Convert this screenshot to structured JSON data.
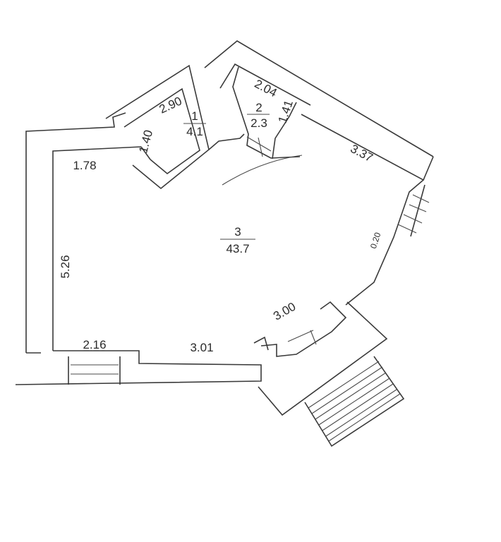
{
  "rooms": [
    {
      "number": "1",
      "area": "4.1"
    },
    {
      "number": "2",
      "area": "2.3"
    },
    {
      "number": "3",
      "area": "43.7"
    }
  ],
  "dimensions": {
    "room1_top": "2.90",
    "room1_side": "1.40",
    "room2_top": "2.04",
    "room2_side": "1.41",
    "main_top_left": "1.78",
    "main_top_right": "3.37",
    "main_left": "5.26",
    "main_right_small": "0.20",
    "main_bottom_right": "3.00",
    "main_bottom_mid": "3.01",
    "main_bottom_left": "2.16"
  }
}
